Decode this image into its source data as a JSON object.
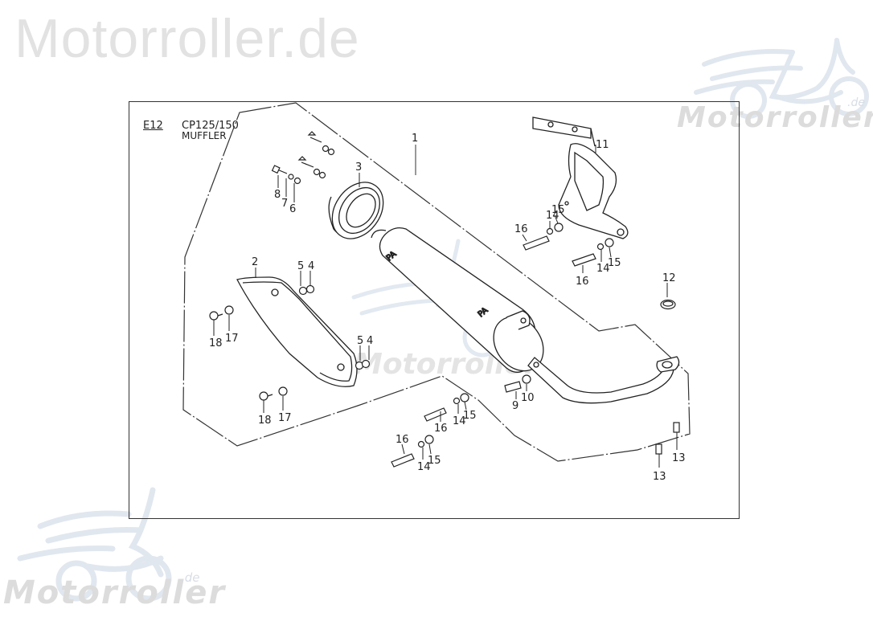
{
  "watermarks": {
    "top_text": "Motorroller.de",
    "logo_text": "Motorroller",
    "logo_suffix": ".de"
  },
  "diagram": {
    "section_code": "E12",
    "model": "CP125/150",
    "assembly": "MUFFLER",
    "callouts": [
      {
        "id": "c1",
        "label": "1",
        "part": "muffler body"
      },
      {
        "id": "c2",
        "label": "2",
        "part": "heat shield"
      },
      {
        "id": "c3",
        "label": "3",
        "part": "muffler end cap"
      },
      {
        "id": "c4a",
        "label": "4",
        "part": "nut"
      },
      {
        "id": "c5a",
        "label": "5",
        "part": "washer"
      },
      {
        "id": "c4b",
        "label": "4",
        "part": "nut"
      },
      {
        "id": "c5b",
        "label": "5",
        "part": "washer"
      },
      {
        "id": "c6",
        "label": "6",
        "part": "washer"
      },
      {
        "id": "c7",
        "label": "7",
        "part": "spring washer"
      },
      {
        "id": "c8",
        "label": "8",
        "part": "bolt"
      },
      {
        "id": "c9",
        "label": "9",
        "part": "bolt"
      },
      {
        "id": "c10",
        "label": "10",
        "part": "washer"
      },
      {
        "id": "c11",
        "label": "11",
        "part": "muffler bracket"
      },
      {
        "id": "c12",
        "label": "12",
        "part": "gasket ring"
      },
      {
        "id": "c13a",
        "label": "13",
        "part": "stud nut"
      },
      {
        "id": "c13b",
        "label": "13",
        "part": "stud nut"
      },
      {
        "id": "c14a",
        "label": "14",
        "part": "spring washer"
      },
      {
        "id": "c15a",
        "label": "15",
        "part": "washer"
      },
      {
        "id": "c16a",
        "label": "16",
        "part": "bolt"
      },
      {
        "id": "c14b",
        "label": "14",
        "part": "spring washer"
      },
      {
        "id": "c15b",
        "label": "15",
        "part": "washer"
      },
      {
        "id": "c16b",
        "label": "16",
        "part": "bolt"
      },
      {
        "id": "c14c",
        "label": "14",
        "part": "spring washer"
      },
      {
        "id": "c15c",
        "label": "15",
        "part": "washer"
      },
      {
        "id": "c16c",
        "label": "16",
        "part": "bolt"
      },
      {
        "id": "c14d",
        "label": "14",
        "part": "spring washer"
      },
      {
        "id": "c15d",
        "label": "15",
        "part": "washer"
      },
      {
        "id": "c16d",
        "label": "16",
        "part": "bolt"
      },
      {
        "id": "c17a",
        "label": "17",
        "part": "clip nut"
      },
      {
        "id": "c18a",
        "label": "18",
        "part": "screw"
      },
      {
        "id": "c17b",
        "label": "17",
        "part": "clip nut"
      },
      {
        "id": "c18b",
        "label": "18",
        "part": "screw"
      }
    ]
  }
}
